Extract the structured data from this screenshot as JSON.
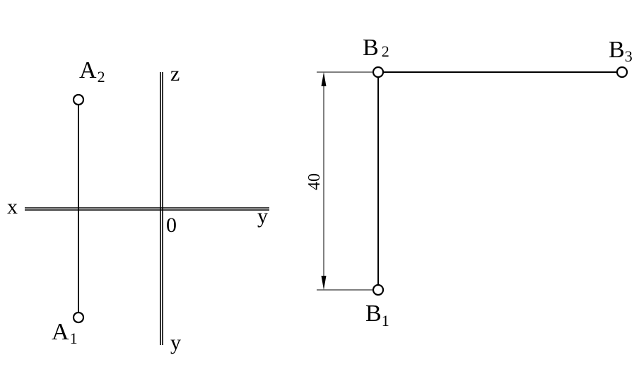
{
  "colors": {
    "line": "#000000",
    "background": "#ffffff"
  },
  "axes": {
    "x_label": "x",
    "z_label": "z",
    "y_right_label": "y",
    "y_down_label": "y",
    "origin_label": "0"
  },
  "points": {
    "a2": {
      "letter": "A",
      "index": "2"
    },
    "a1": {
      "letter": "A",
      "index": "1"
    },
    "b2": {
      "letter": "B",
      "index": "2"
    },
    "b3": {
      "letter": "B",
      "index": "3"
    },
    "b1": {
      "letter": "B",
      "index": "1"
    }
  },
  "dimension": {
    "value": "40"
  }
}
